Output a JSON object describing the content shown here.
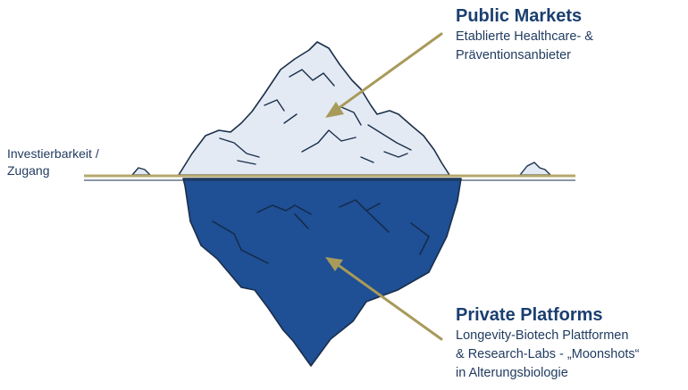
{
  "public_markets": {
    "title": "Public Markets",
    "line1": "Etablierte Healthcare- &",
    "line2": "Präventionsanbieter"
  },
  "private_platforms": {
    "title": "Private Platforms",
    "line1": "Longevity-Biotech Plattformen",
    "line2": "& Research-Labs - „Moonshots“",
    "line3": "in Alterungsbiologie"
  },
  "waterline": {
    "line1": "Investierbarkeit /",
    "line2": "Zugang"
  },
  "colors": {
    "ice_above": "#e3eaf4",
    "ice_below": "#1f4f94",
    "outline": "#1b2f4a",
    "arrow": "#a89a5a",
    "waterline": "#b5a86c",
    "text_dark": "#1a3f70"
  }
}
